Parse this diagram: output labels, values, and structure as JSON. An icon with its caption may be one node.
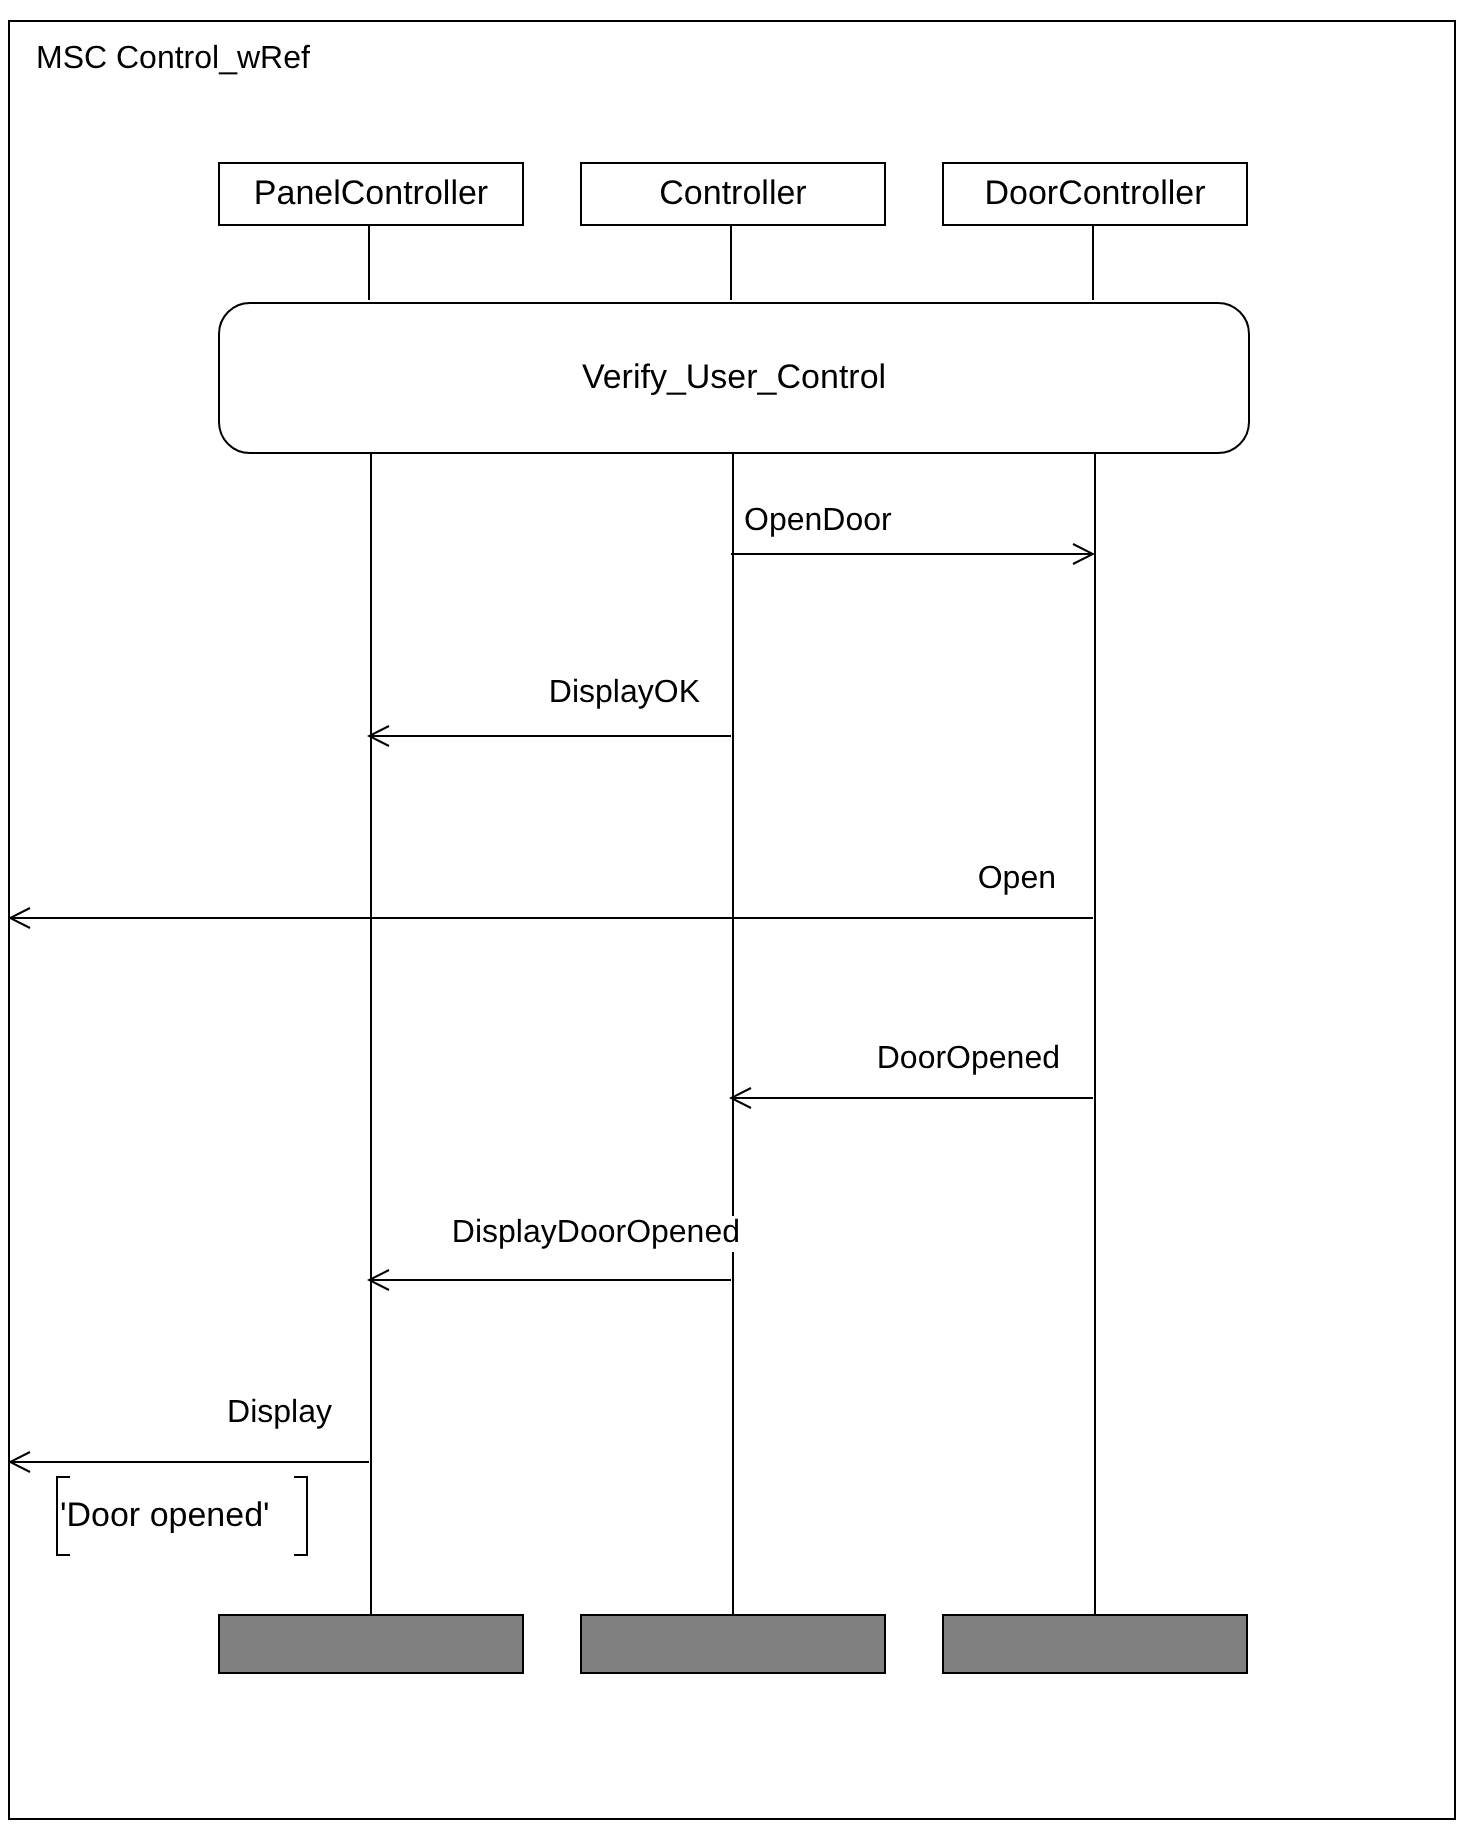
{
  "diagram": {
    "nodes": [
      {
        "text": [
          "MSC Control_wRef"
        ]
      },
      {
        "text": [
          "PanelController"
        ],
        "in": 0
      },
      {
        "text": [
          "Controller"
        ],
        "in": 0
      },
      {
        "text": [
          "DoorController"
        ],
        "in": 0
      },
      {
        "text": [
          "Verify_User_Control"
        ],
        "in": 0
      },
      {
        "text": [],
        "shape": "line",
        "in": 0
      },
      {
        "text": [],
        "shape": "line",
        "in": 0
      },
      {
        "text": [],
        "shape": "line",
        "in": 0
      },
      {
        "text": [],
        "shape": "bar",
        "in": 0
      },
      {
        "text": [],
        "shape": "bar",
        "in": 0
      },
      {
        "text": [],
        "shape": "bar",
        "in": 0
      }
    ],
    "edges": [
      {
        "from": 1,
        "to": 4,
        "arrow": "none"
      },
      {
        "from": 2,
        "to": 4,
        "arrow": "none"
      },
      {
        "from": 3,
        "to": 4,
        "arrow": "none"
      },
      {
        "from": 6,
        "to": 7,
        "arrow": "to",
        "label": "OpenDoor"
      },
      {
        "from": 6,
        "to": 5,
        "arrow": "to",
        "label": "DisplayOK"
      },
      {
        "from": 7,
        "to": 0,
        "arrow": "to",
        "label": "Open"
      },
      {
        "from": 7,
        "to": 6,
        "arrow": "to",
        "label": "DoorOpened"
      },
      {
        "from": 6,
        "to": 5,
        "arrow": "to",
        "label": "DisplayDoorOpened"
      },
      {
        "from": 5,
        "to": 0,
        "arrow": "to",
        "label": "Display"
      }
    ],
    "labels": [
      "'Door opened'"
    ]
  }
}
